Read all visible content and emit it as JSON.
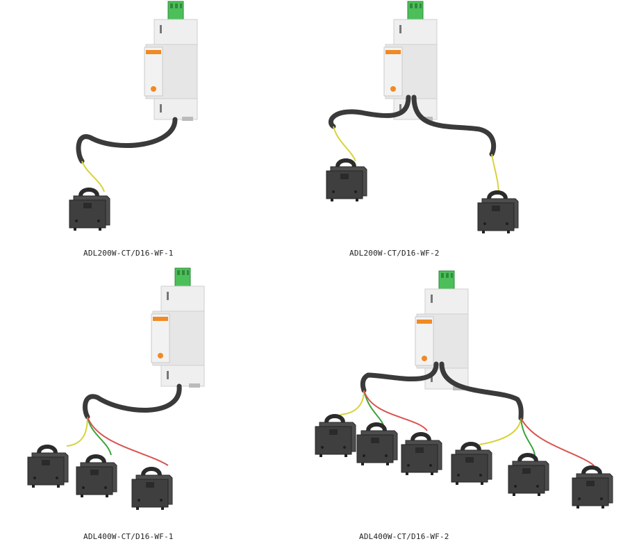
{
  "products": [
    {
      "caption": "ADL200W-CT/D16-WF-1"
    },
    {
      "caption": "ADL200W-CT/D16-WF-2"
    },
    {
      "caption": "ADL400W-CT/D16-WF-1"
    },
    {
      "caption": "ADL400W-CT/D16-WF-2"
    }
  ],
  "colors": {
    "meter_body": "#e9e9e9",
    "terminal_green": "#4cbf5a",
    "cable": "#3a3a3a",
    "ct_body": "#4a4a4a",
    "wire_yellow": "#d8d23a",
    "wire_green": "#3aa33a",
    "wire_red": "#d9534f",
    "accent_orange": "#f08a24"
  }
}
